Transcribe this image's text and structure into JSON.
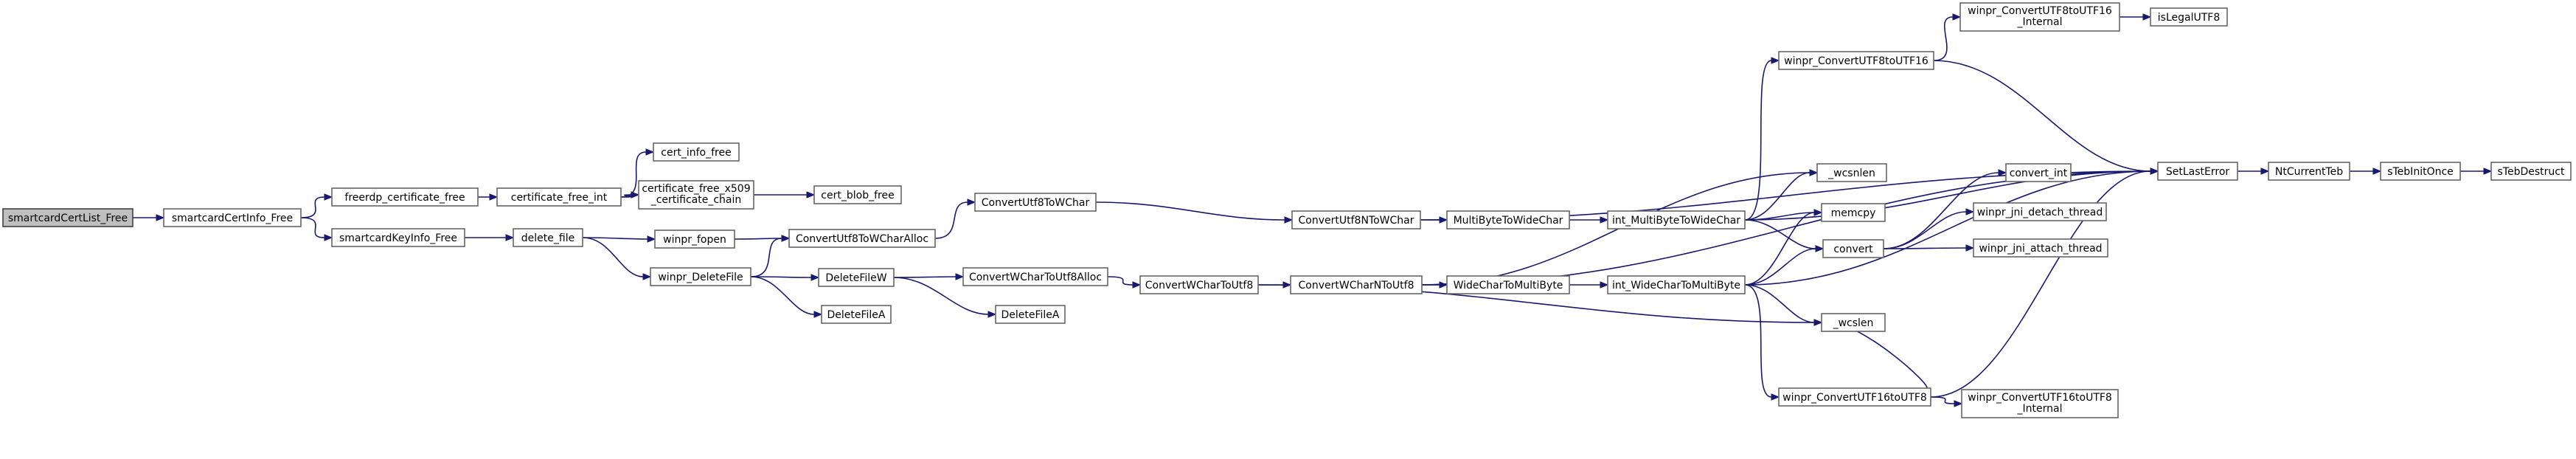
{
  "graph": {
    "nodes": {
      "smartcardCertList_Free": {
        "label": [
          "smartcardCertList_Free"
        ],
        "root": true
      },
      "smartcardCertInfo_Free": {
        "label": [
          "smartcardCertInfo_Free"
        ]
      },
      "freerdp_certificate_free": {
        "label": [
          "freerdp_certificate_free"
        ]
      },
      "smartcardKeyInfo_Free": {
        "label": [
          "smartcardKeyInfo_Free"
        ]
      },
      "certificate_free_int": {
        "label": [
          "certificate_free_int"
        ]
      },
      "cert_info_free": {
        "label": [
          "cert_info_free"
        ]
      },
      "certificate_free_x509_certificate_chain": {
        "label": [
          "certificate_free_x509",
          "_certificate_chain"
        ]
      },
      "cert_blob_free": {
        "label": [
          "cert_blob_free"
        ]
      },
      "delete_file": {
        "label": [
          "delete_file"
        ]
      },
      "winpr_fopen": {
        "label": [
          "winpr_fopen"
        ]
      },
      "winpr_DeleteFile": {
        "label": [
          "winpr_DeleteFile"
        ]
      },
      "ConvertUtf8ToWCharAlloc": {
        "label": [
          "ConvertUtf8ToWCharAlloc"
        ]
      },
      "ConvertUtf8ToWChar": {
        "label": [
          "ConvertUtf8ToWChar"
        ]
      },
      "DeleteFileW": {
        "label": [
          "DeleteFileW"
        ]
      },
      "DeleteFileA_1": {
        "label": [
          "DeleteFileA"
        ]
      },
      "ConvertWCharToUtf8Alloc": {
        "label": [
          "ConvertWCharToUtf8Alloc"
        ]
      },
      "DeleteFileA_2": {
        "label": [
          "DeleteFileA"
        ]
      },
      "ConvertUtf8NToWChar": {
        "label": [
          "ConvertUtf8NToWChar"
        ]
      },
      "ConvertWCharToUtf8": {
        "label": [
          "ConvertWCharToUtf8"
        ]
      },
      "MultiByteToWideChar": {
        "label": [
          "MultiByteToWideChar"
        ]
      },
      "ConvertWCharNToUtf8": {
        "label": [
          "ConvertWCharNToUtf8"
        ]
      },
      "WideCharToMultiByte": {
        "label": [
          "WideCharToMultiByte"
        ]
      },
      "int_MultiByteToWideChar": {
        "label": [
          "int_MultiByteToWideChar"
        ]
      },
      "int_WideCharToMultiByte": {
        "label": [
          "int_WideCharToMultiByte"
        ]
      },
      "winpr_ConvertUTF8toUTF16_Internal": {
        "label": [
          "winpr_ConvertUTF8toUTF16",
          "_Internal"
        ]
      },
      "isLegalUTF8": {
        "label": [
          "isLegalUTF8"
        ]
      },
      "winpr_ConvertUTF8toUTF16": {
        "label": [
          "winpr_ConvertUTF8toUTF16"
        ]
      },
      "_wcsnlen": {
        "label": [
          "_wcsnlen"
        ]
      },
      "memcpy": {
        "label": [
          "memcpy"
        ]
      },
      "convert": {
        "label": [
          "convert"
        ]
      },
      "_wcslen": {
        "label": [
          "_wcslen"
        ]
      },
      "winpr_ConvertUTF16toUTF8": {
        "label": [
          "winpr_ConvertUTF16toUTF8"
        ]
      },
      "winpr_ConvertUTF16toUTF8_Internal": {
        "label": [
          "winpr_ConvertUTF16toUTF8",
          "_Internal"
        ]
      },
      "convert_int": {
        "label": [
          "convert_int"
        ]
      },
      "winpr_jni_detach_thread": {
        "label": [
          "winpr_jni_detach_thread"
        ]
      },
      "winpr_jni_attach_thread": {
        "label": [
          "winpr_jni_attach_thread"
        ]
      },
      "SetLastError": {
        "label": [
          "SetLastError"
        ]
      },
      "NtCurrentTeb": {
        "label": [
          "NtCurrentTeb"
        ]
      },
      "sTebInitOnce": {
        "label": [
          "sTebInitOnce"
        ]
      },
      "sTebDestruct": {
        "label": [
          "sTebDestruct"
        ]
      }
    },
    "edges": [
      [
        "smartcardCertList_Free",
        "smartcardCertInfo_Free"
      ],
      [
        "smartcardCertInfo_Free",
        "freerdp_certificate_free"
      ],
      [
        "smartcardCertInfo_Free",
        "smartcardKeyInfo_Free"
      ],
      [
        "freerdp_certificate_free",
        "certificate_free_int"
      ],
      [
        "certificate_free_int",
        "cert_info_free"
      ],
      [
        "certificate_free_int",
        "certificate_free_x509_certificate_chain"
      ],
      [
        "certificate_free_x509_certificate_chain",
        "cert_blob_free"
      ],
      [
        "smartcardKeyInfo_Free",
        "delete_file"
      ],
      [
        "delete_file",
        "winpr_fopen"
      ],
      [
        "delete_file",
        "winpr_DeleteFile"
      ],
      [
        "winpr_fopen",
        "ConvertUtf8ToWCharAlloc"
      ],
      [
        "winpr_DeleteFile",
        "ConvertUtf8ToWCharAlloc"
      ],
      [
        "winpr_DeleteFile",
        "DeleteFileW"
      ],
      [
        "winpr_DeleteFile",
        "DeleteFileA_1"
      ],
      [
        "ConvertUtf8ToWCharAlloc",
        "ConvertUtf8ToWChar"
      ],
      [
        "DeleteFileW",
        "ConvertWCharToUtf8Alloc"
      ],
      [
        "DeleteFileW",
        "DeleteFileA_2"
      ],
      [
        "ConvertUtf8ToWChar",
        "ConvertUtf8NToWChar"
      ],
      [
        "ConvertWCharToUtf8Alloc",
        "ConvertWCharToUtf8"
      ],
      [
        "ConvertUtf8NToWChar",
        "MultiByteToWideChar"
      ],
      [
        "ConvertUtf8NToWChar",
        "SetLastError"
      ],
      [
        "ConvertWCharToUtf8",
        "ConvertWCharNToUtf8"
      ],
      [
        "ConvertWCharToUtf8",
        "_wcslen"
      ],
      [
        "MultiByteToWideChar",
        "int_MultiByteToWideChar"
      ],
      [
        "ConvertWCharNToUtf8",
        "WideCharToMultiByte"
      ],
      [
        "ConvertWCharNToUtf8",
        "_wcsnlen"
      ],
      [
        "ConvertWCharNToUtf8",
        "SetLastError"
      ],
      [
        "WideCharToMultiByte",
        "int_WideCharToMultiByte"
      ],
      [
        "int_MultiByteToWideChar",
        "winpr_ConvertUTF8toUTF16"
      ],
      [
        "int_MultiByteToWideChar",
        "_wcsnlen"
      ],
      [
        "int_MultiByteToWideChar",
        "memcpy"
      ],
      [
        "int_MultiByteToWideChar",
        "convert"
      ],
      [
        "int_MultiByteToWideChar",
        "SetLastError"
      ],
      [
        "int_WideCharToMultiByte",
        "memcpy"
      ],
      [
        "int_WideCharToMultiByte",
        "convert"
      ],
      [
        "int_WideCharToMultiByte",
        "_wcslen"
      ],
      [
        "int_WideCharToMultiByte",
        "winpr_ConvertUTF16toUTF8"
      ],
      [
        "int_WideCharToMultiByte",
        "SetLastError"
      ],
      [
        "winpr_ConvertUTF8toUTF16",
        "winpr_ConvertUTF8toUTF16_Internal"
      ],
      [
        "winpr_ConvertUTF8toUTF16",
        "SetLastError"
      ],
      [
        "winpr_ConvertUTF8toUTF16_Internal",
        "isLegalUTF8"
      ],
      [
        "winpr_ConvertUTF16toUTF8",
        "_wcslen"
      ],
      [
        "winpr_ConvertUTF16toUTF8",
        "winpr_ConvertUTF16toUTF8_Internal"
      ],
      [
        "winpr_ConvertUTF16toUTF8",
        "SetLastError"
      ],
      [
        "convert",
        "convert_int"
      ],
      [
        "convert",
        "winpr_jni_detach_thread"
      ],
      [
        "convert",
        "winpr_jni_attach_thread"
      ],
      [
        "convert_int",
        "SetLastError"
      ],
      [
        "SetLastError",
        "NtCurrentTeb"
      ],
      [
        "NtCurrentTeb",
        "sTebInitOnce"
      ],
      [
        "sTebInitOnce",
        "sTebDestruct"
      ]
    ]
  }
}
